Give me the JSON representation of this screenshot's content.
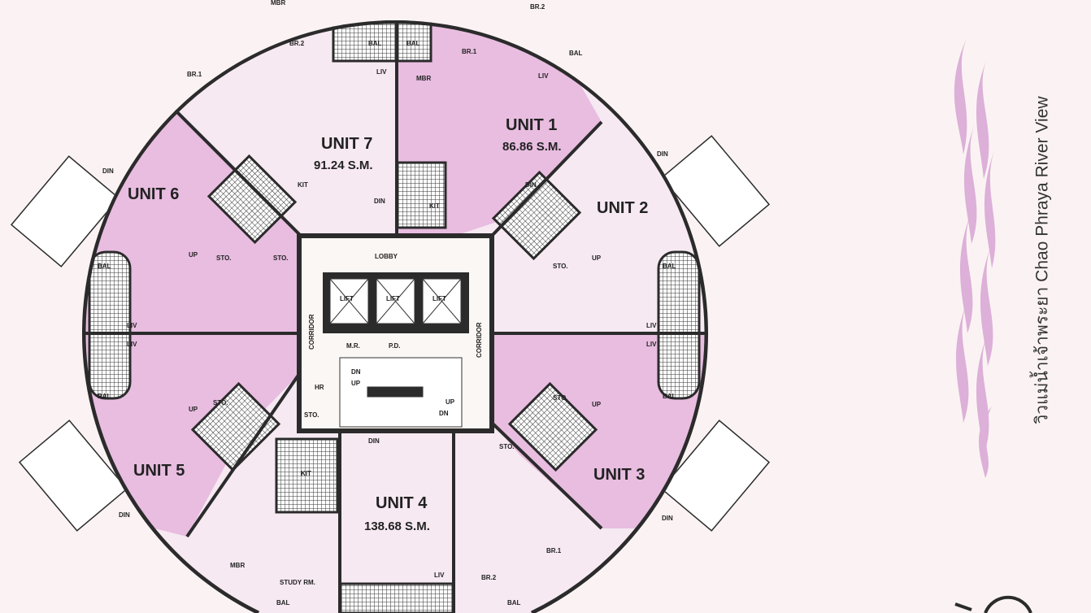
{
  "plan": {
    "units": [
      {
        "label": "UNIT 1",
        "area": "86.86 S.M."
      },
      {
        "label": "UNIT 2",
        "area": ""
      },
      {
        "label": "UNIT 3",
        "area": ""
      },
      {
        "label": "UNIT 4",
        "area": "138.68 S.M."
      },
      {
        "label": "UNIT 5",
        "area": ""
      },
      {
        "label": "UNIT 6",
        "area": ""
      },
      {
        "label": "UNIT 7",
        "area": "91.24 S.M."
      }
    ],
    "core": {
      "lobby": "LOBBY",
      "lift": "LIFT",
      "corridor": "CORRIDOR",
      "mr": "M.R.",
      "pd": "P.D.",
      "hr": "HR",
      "sto": "STO.",
      "dn": "DN",
      "up": "UP"
    },
    "rooms": {
      "mbr": "MBR",
      "br1": "BR.1",
      "br2": "BR.2",
      "liv": "LIV",
      "din": "DIN",
      "bal": "BAL",
      "kit": "KIT",
      "sto": "STO.",
      "up": "UP",
      "study": "STUDY RM."
    },
    "unit_color": "#e8bde0",
    "light_color": "#f6e9f2",
    "wave_color": "#dcb0d8",
    "wall_color": "#2b2b2b"
  },
  "caption": "วิวแม่น้ำเจ้าพระยา Chao Phraya River View"
}
